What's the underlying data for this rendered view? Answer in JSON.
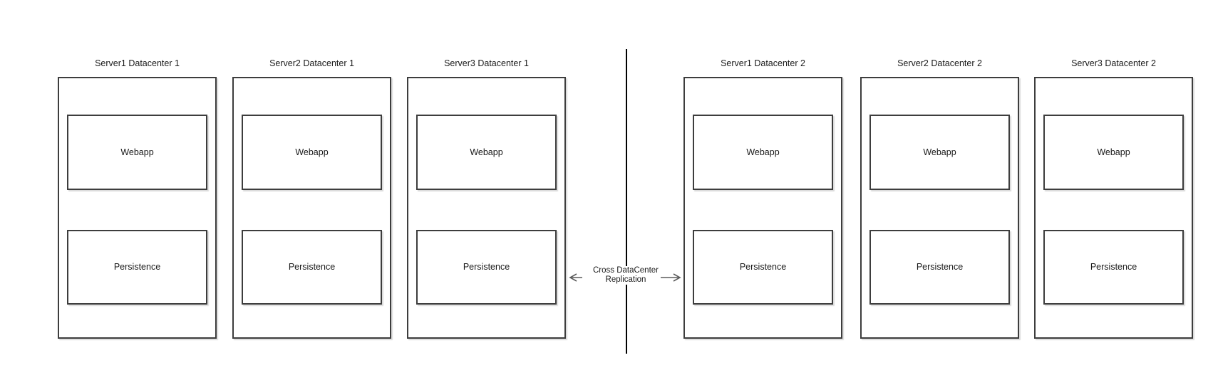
{
  "diagram": {
    "servers": [
      {
        "title": "Server1 Datacenter 1",
        "components": {
          "webapp": "Webapp",
          "persistence": "Persistence"
        }
      },
      {
        "title": "Server2 Datacenter 1",
        "components": {
          "webapp": "Webapp",
          "persistence": "Persistence"
        }
      },
      {
        "title": "Server3 Datacenter 1",
        "components": {
          "webapp": "Webapp",
          "persistence": "Persistence"
        }
      },
      {
        "title": "Server1 Datacenter 2",
        "components": {
          "webapp": "Webapp",
          "persistence": "Persistence"
        }
      },
      {
        "title": "Server2 Datacenter 2",
        "components": {
          "webapp": "Webapp",
          "persistence": "Persistence"
        }
      },
      {
        "title": "Server3 Datacenter 2",
        "components": {
          "webapp": "Webapp",
          "persistence": "Persistence"
        }
      }
    ],
    "replication": {
      "line1": "Cross DataCenter",
      "line2": "Replication"
    },
    "colors": {
      "box_border": "#3d3d3d",
      "divider": "#000000",
      "arrow": "#5c5c5c",
      "text": "#1a1a1a",
      "background": "#ffffff"
    }
  }
}
